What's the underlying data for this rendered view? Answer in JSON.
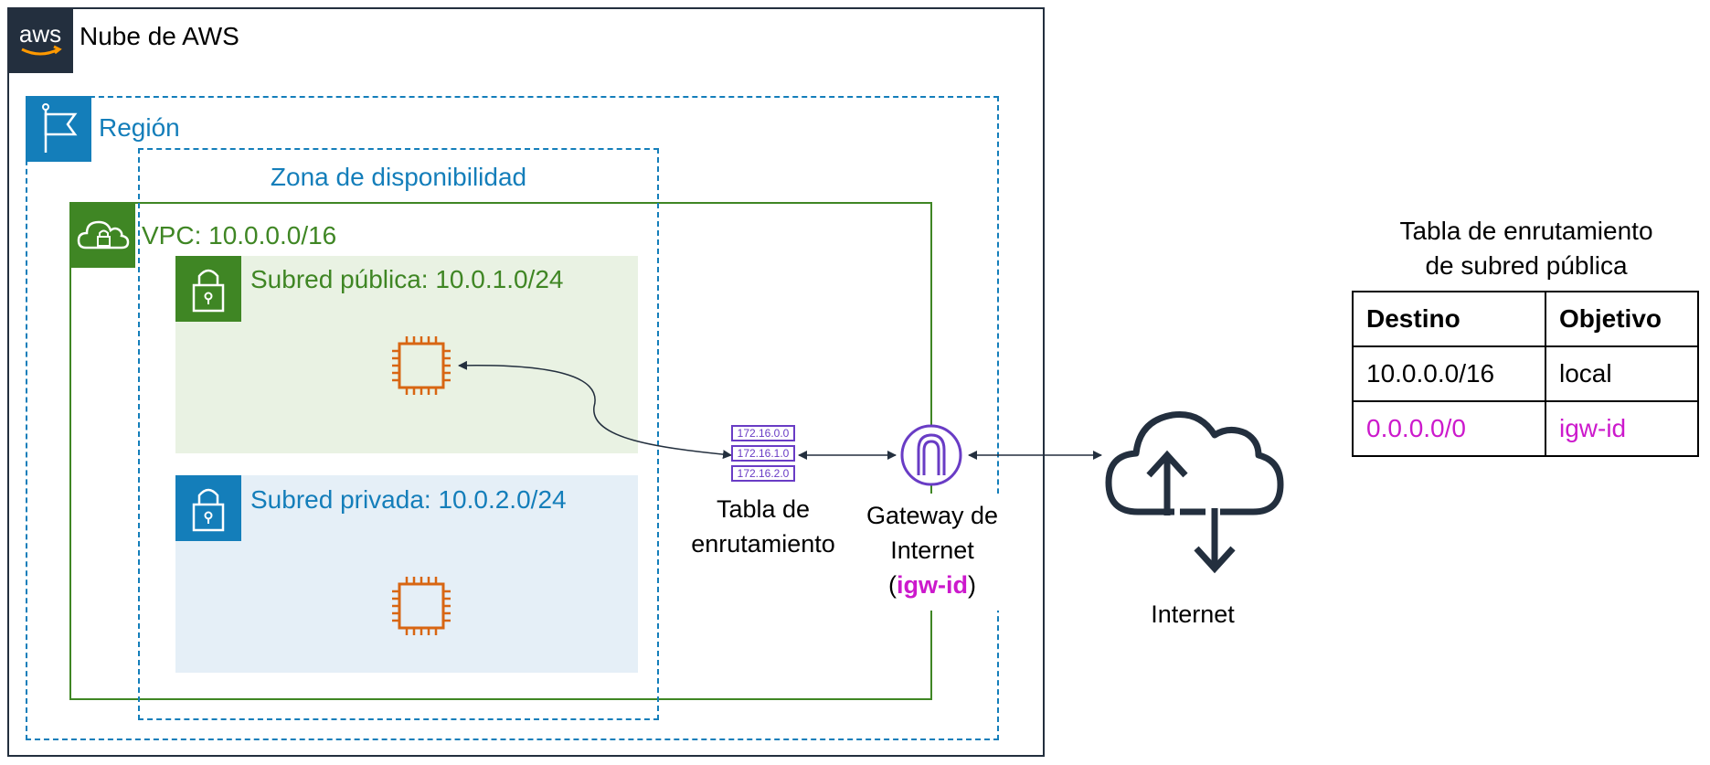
{
  "cloud": {
    "label": "Nube de AWS",
    "logo_text": "aws"
  },
  "region": {
    "label": "Región"
  },
  "availability_zone": {
    "label": "Zona de disponibilidad"
  },
  "vpc": {
    "label": "VPC: 10.0.0.0/16"
  },
  "public_subnet": {
    "label": "Subred pública: 10.0.1.0/24"
  },
  "private_subnet": {
    "label": "Subred privada: 10.0.2.0/24"
  },
  "route_table": {
    "entries": [
      "172.16.0.0",
      "172.16.1.0",
      "172.16.2.0"
    ],
    "label_line1": "Tabla de",
    "label_line2": "enrutamiento"
  },
  "internet_gateway": {
    "label_line1": "Gateway de",
    "label_line2": "Internet",
    "paren_open": "(",
    "id": "igw-id",
    "paren_close": ")"
  },
  "internet": {
    "label": "Internet"
  },
  "public_route_table": {
    "title_line1": "Tabla de enrutamiento",
    "title_line2": "de subred pública",
    "headers": [
      "Destino",
      "Objetivo"
    ],
    "rows": [
      [
        "10.0.0.0/16",
        "local"
      ],
      [
        "0.0.0.0/0",
        "igw-id"
      ]
    ]
  },
  "colors": {
    "aws_dark": "#232f3e",
    "region_blue": "#147eba",
    "vpc_green": "#3f8624",
    "public_subnet_bg": "#e9f2e3",
    "private_subnet_bg": "#e5eff7",
    "ec2_orange": "#d86613",
    "router_purple": "#693cc5",
    "highlight_magenta": "#cc19cc"
  }
}
